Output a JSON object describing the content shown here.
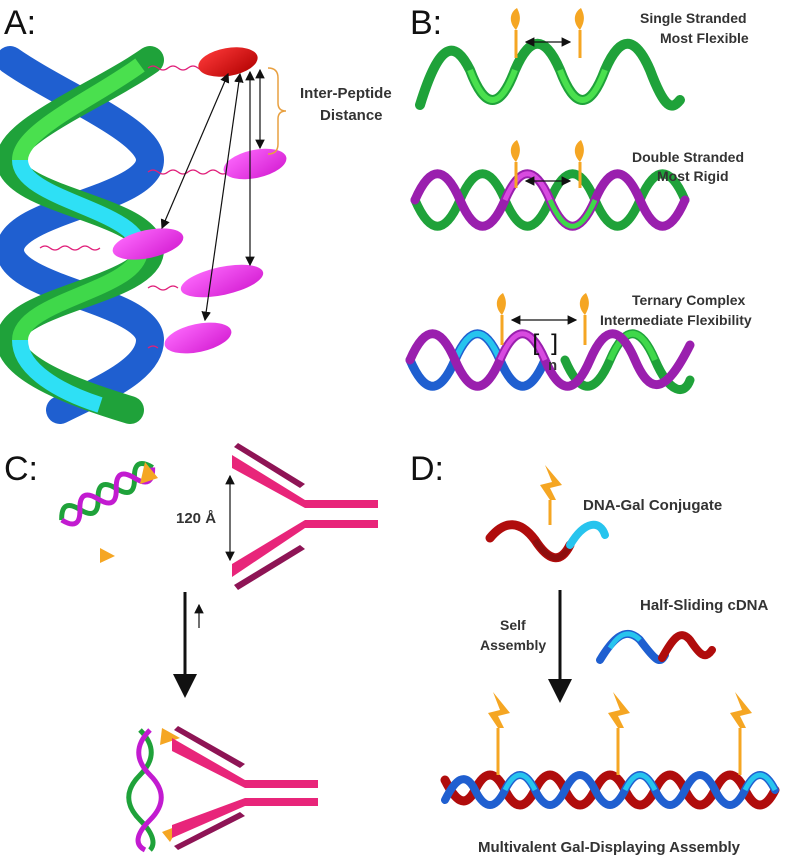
{
  "panels": {
    "a": {
      "letter": "A:",
      "distance_label_line1": "Inter-Peptide",
      "distance_label_line2": "Distance"
    },
    "b": {
      "letter": "B:",
      "single_line1": "Single Stranded",
      "single_line2": "Most Flexible",
      "double_line1": "Double Stranded",
      "double_line2": "Most Rigid",
      "ternary_line1": "Ternary Complex",
      "ternary_line2": "Intermediate Flexibility",
      "repeat_subscript": "n"
    },
    "c": {
      "letter": "C:",
      "gap_label": "120 Å"
    },
    "d": {
      "letter": "D:",
      "conjugate_label": "DNA-Gal Conjugate",
      "cdna_label": "Half-Sliding cDNA",
      "arrow_label_line1": "Self",
      "arrow_label_line2": "Assembly",
      "assembly_label": "Multivalent Gal-Displaying Assembly"
    }
  },
  "colors": {
    "green": "#1fa23a",
    "light_green": "#3fd84a",
    "dark_green": "#1a7a2e",
    "blue": "#1f5fd0",
    "cyan": "#27c4ee",
    "magenta": "#c21bd0",
    "purple": "#8a1fa0",
    "pink": "#ee2ee8",
    "red": "#d81010",
    "dark_red": "#8e0e0e",
    "orange": "#f5a623",
    "antibody_pink": "#e8257a",
    "antibody_dark": "#8e1455",
    "bracket_orange": "#e8a040"
  },
  "icons": [
    "helix",
    "peptide-ellipse",
    "galactose-flag",
    "antibody-y",
    "double-arrow"
  ]
}
